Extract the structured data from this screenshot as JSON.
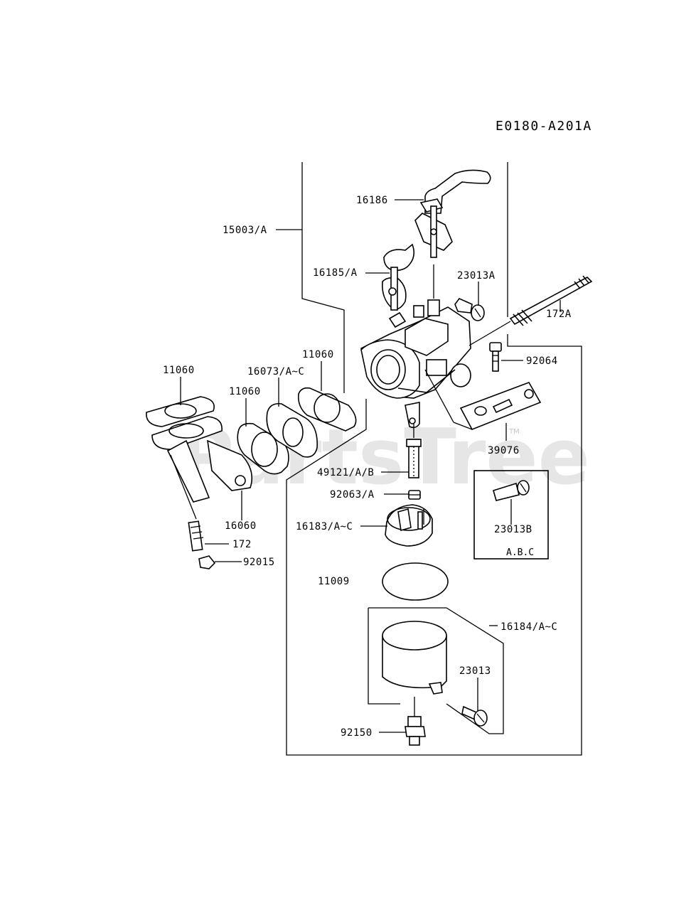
{
  "diagram": {
    "ref_code": "E0180-A201A",
    "watermark": "PartsTree",
    "watermark_mark": "TM",
    "variant_box_label": "A.B.C",
    "callouts": {
      "p16186": "16186",
      "p15003": "15003/A",
      "p16185": "16185/A",
      "p23013A": "23013A",
      "p172A": "172A",
      "p92064": "92064",
      "p11060_a": "11060",
      "p16073": "16073/A~C",
      "p11060_b": "11060",
      "p11060_c": "11060",
      "p39076": "39076",
      "p49121": "49121/A/B",
      "p92063": "92063/A",
      "p16183": "16183/A~C",
      "p23013B": "23013B",
      "p16060": "16060",
      "p172": "172",
      "p92015": "92015",
      "p11009": "11009",
      "p16184": "16184/A~C",
      "p23013": "23013",
      "p92150": "92150"
    }
  }
}
